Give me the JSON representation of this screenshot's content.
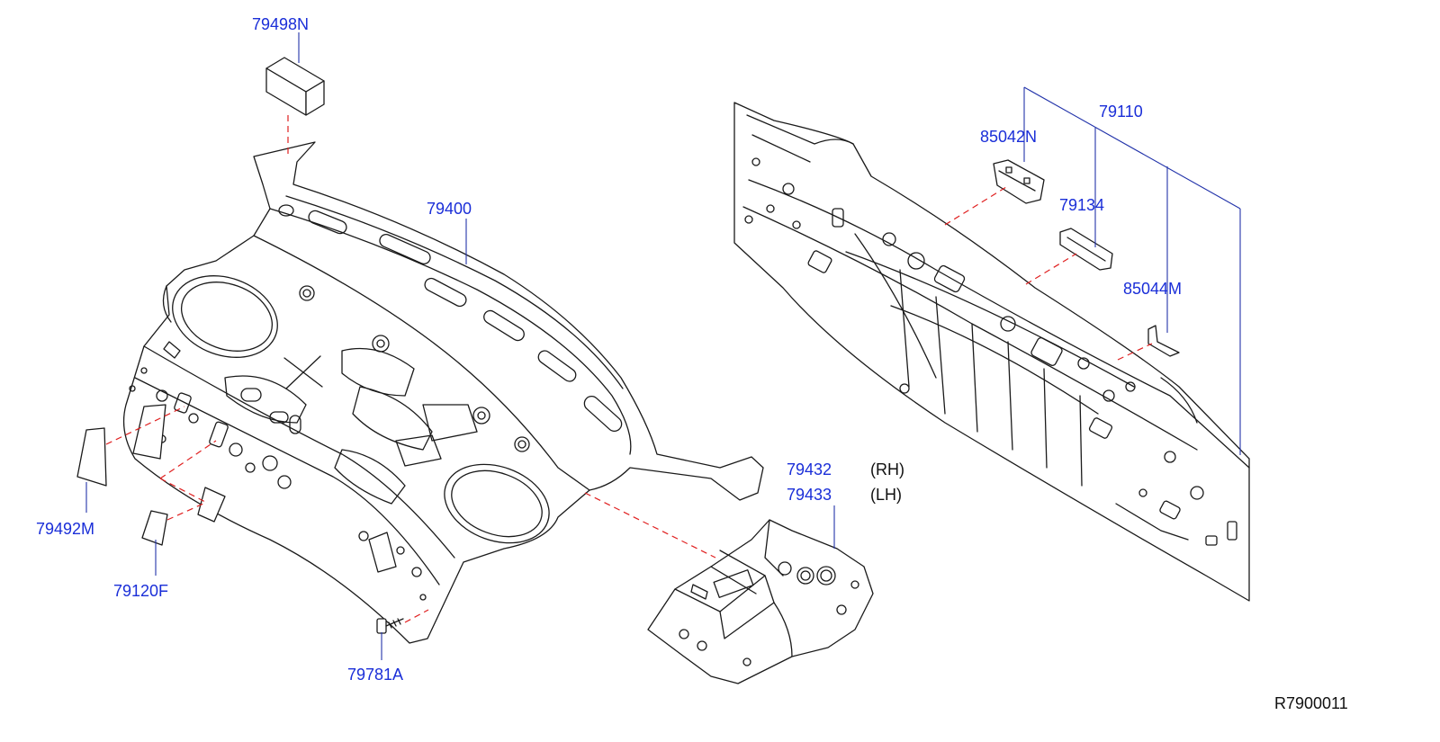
{
  "colors": {
    "label": "#1a2ed8",
    "leader": "#2233aa",
    "dashed_guide": "#e02020",
    "line_art": "#1a1a1a"
  },
  "labels": {
    "p79498N": "79498N",
    "p79400": "79400",
    "p79110": "79110",
    "p85042N": "85042N",
    "p79134": "79134",
    "p85044M": "85044M",
    "p79432": "79432",
    "p79433": "79433",
    "rh": "(RH)",
    "lh": "(LH)",
    "p79492M": "79492M",
    "p79120F": "79120F",
    "p79781A": "79781A"
  },
  "reference_code": "R7900011"
}
